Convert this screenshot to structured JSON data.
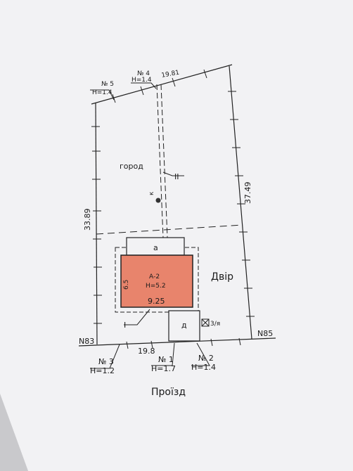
{
  "plan": {
    "garden_label": "город",
    "yard_label": "Двір",
    "road_label": "Проїзд",
    "building": {
      "name": "А-2",
      "height": "Н=5.2",
      "width_dim": "9.25",
      "depth_dim": "6.5"
    },
    "porch_label": "а",
    "outbuilding_label": "д",
    "well_label": "к",
    "section_I": "I",
    "section_II": "II",
    "toilet_label": "3/я",
    "dims": {
      "left_side": "33.89",
      "right_side": "37.49",
      "top_side": "19.81",
      "bottom_side": "19.8"
    },
    "neighbors": {
      "left": "N83",
      "right": "N85"
    },
    "points": [
      {
        "num": "№ 5",
        "h": "Н=1.4"
      },
      {
        "num": "№ 4",
        "h": "Н=1.4"
      },
      {
        "num": "№ 3",
        "h": "Н=1.2"
      },
      {
        "num": "№ 1",
        "h": "Н=1.7"
      },
      {
        "num": "№ 2",
        "h": "Н=1.4"
      }
    ]
  }
}
